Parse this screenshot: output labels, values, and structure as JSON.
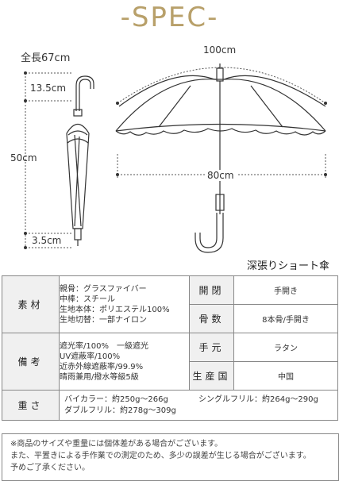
{
  "title": "-SPEC-",
  "diagram": {
    "total_length": "全長67cm",
    "handle_height": "13.5cm",
    "shaft_length": "50cm",
    "tip_length": "3.5cm",
    "arc_width": "100cm",
    "span_width": "80cm",
    "caption": "深張りショート傘"
  },
  "spec": {
    "material": {
      "label": "素材",
      "lines": [
        "親骨：グラスファイバー",
        "中棒：スチール",
        "生地本体：ポリエステル100%",
        "生地切替：一部ナイロン"
      ]
    },
    "opening": {
      "label": "開閉",
      "value": "手開き"
    },
    "ribs": {
      "label": "骨数",
      "value": "8本骨/手開き"
    },
    "features": {
      "label": "備考",
      "lines": [
        "遮光率/100%　一級遮光",
        "UV遮蔽率/100%",
        "近赤外線遮蔽率/99.9%",
        "晴雨兼用/撥水等級5級"
      ]
    },
    "handle": {
      "label": "手元",
      "value": "ラタン"
    },
    "origin": {
      "label": "生産国",
      "value": "中国"
    },
    "weight": {
      "label": "重さ",
      "bicolor": "バイカラー：約250g～266g",
      "single_frill": "シングルフリル：約264g～290g",
      "double_frill": "ダブルフリル：約278g～309g"
    }
  },
  "notes": [
    "※商品のサイズや重量には個体差がある場合がございます。",
    "また、平置きによる手作業での測定のため、多少の誤差が生じる場合がございます。",
    "予めご了承ください。"
  ],
  "colors": {
    "accent": "#b8a06a",
    "line": "#444444",
    "header_bg": "#f0f0f0"
  }
}
